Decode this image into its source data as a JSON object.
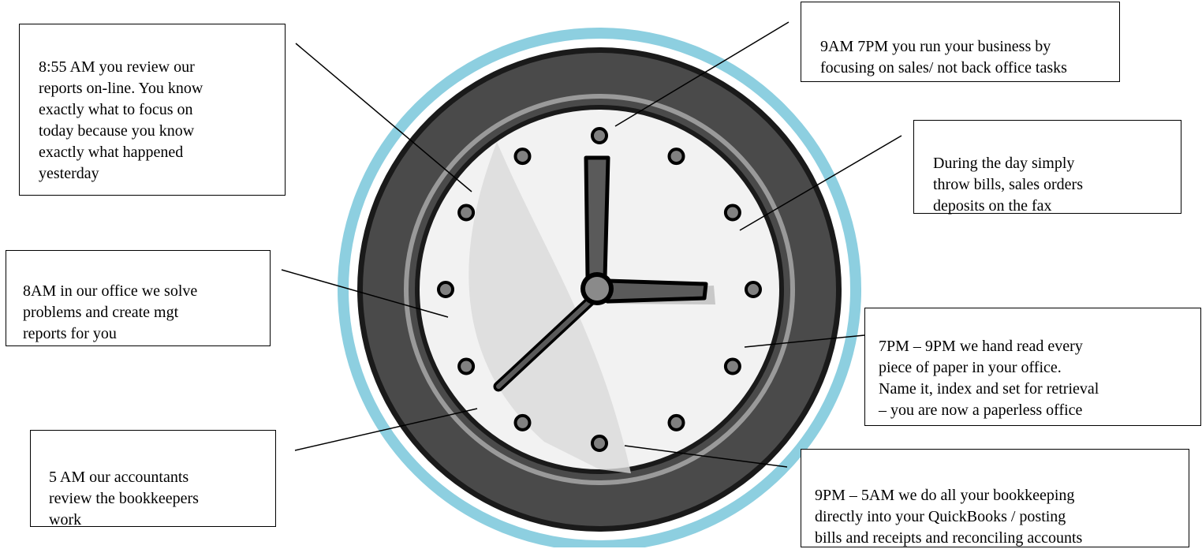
{
  "callouts": {
    "morning_review": "8:55 AM you review our\nreports on-line. You know\nexactly what to focus on\ntoday because you know\nexactly what happened\nyesterday",
    "business_hours": "9AM 7PM you run your business by\nfocusing on sales/ not back office tasks",
    "during_day": "During the day simply\nthrow bills, sales orders\ndeposits on the fax",
    "office_8am": "8AM in our office we solve\nproblems and create mgt\nreports for you",
    "evening_paper": "7PM – 9PM we hand read every\npiece of paper in your office.\nName it, index and set for retrieval\n– you are now a paperless office",
    "accountants_5am": "5 AM our accountants\nreview the bookkeepers\nwork",
    "night_bookkeeping": "9PM – 5AM we do all your bookkeeping\ndirectly into your QuickBooks / posting\nbills and receipts and reconciling accounts"
  },
  "clock": {
    "hour_markers": 12,
    "colors": {
      "outer_ring": "#8dcfe0",
      "bezel": "#4a4a4a",
      "bezel_dark": "#1a1a1a",
      "face": "#f2f2f2",
      "face_shadow": "#d9d9d9",
      "hands": "#5a5a5a",
      "marker": "#808080"
    }
  }
}
